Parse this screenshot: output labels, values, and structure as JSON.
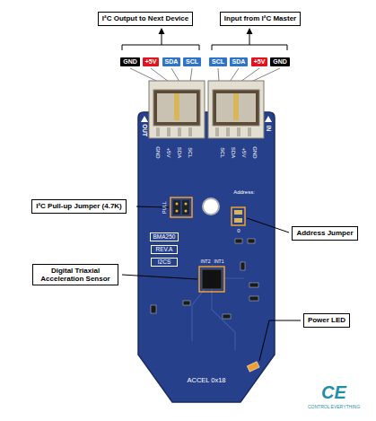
{
  "diagram": {
    "nodes": [
      {
        "text": [
          "I²C Output to Next Device"
        ]
      },
      {
        "text": [
          "Input from I²C Master"
        ]
      },
      {
        "text": [
          "GND"
        ]
      },
      {
        "text": [
          "+5V"
        ]
      },
      {
        "text": [
          "SDA"
        ]
      },
      {
        "text": [
          "SCL"
        ]
      },
      {
        "text": [
          "SCL"
        ]
      },
      {
        "text": [
          "SDA"
        ]
      },
      {
        "text": [
          "+5V"
        ]
      },
      {
        "text": [
          "GND"
        ]
      },
      {
        "text": [
          "I²C Pull-up Jumper (4.7K)"
        ]
      },
      {
        "text": [
          "Address Jumper"
        ]
      },
      {
        "text": [
          "BMA250"
        ]
      },
      {
        "text": [
          "REV.A"
        ]
      },
      {
        "text": [
          "I2CS"
        ]
      },
      {
        "text": [
          "Digital Triaxial Acceleration Sensor"
        ]
      },
      {
        "text": [
          "Power LED"
        ]
      }
    ],
    "labels": [
      "OUT",
      "IN",
      "GND",
      "+5V",
      "SDA",
      "SCL",
      "SCL",
      "SDA",
      "+5V",
      "GND",
      "PULL",
      "Address:",
      "0",
      "INT2",
      "INT1",
      "ACCEL 0x18",
      "CE",
      "CONTROL EVERYTHING"
    ]
  }
}
